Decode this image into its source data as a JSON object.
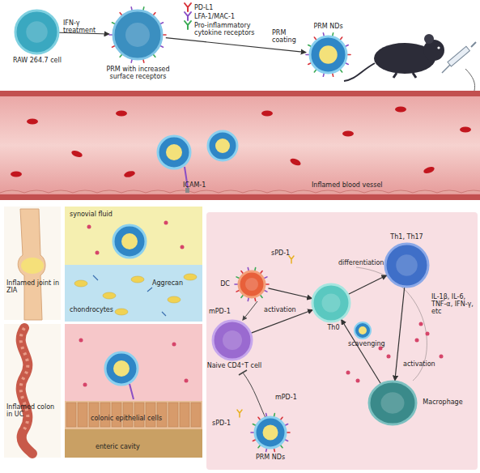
{
  "diagram": {
    "nodes": [
      {
        "text": [
          "RAW 264.7 cell"
        ]
      },
      {
        "text": [
          "PRM with increased surface receptors"
        ]
      },
      {
        "text": [
          "PRM NDs"
        ]
      },
      {
        "text": [
          "DC"
        ]
      },
      {
        "text": [
          "Th1, Th17"
        ]
      },
      {
        "text": [
          "Naive CD4⁺T cell"
        ]
      },
      {
        "text": [
          "Th0"
        ]
      },
      {
        "text": [
          "Macrophage"
        ]
      },
      {
        "text": [
          "PRM NDs"
        ]
      }
    ],
    "edges": [
      {
        "from": 0,
        "to": 1,
        "label": "IFN-γ treatment",
        "arrow": "to"
      },
      {
        "from": 1,
        "to": 2,
        "label": "PRM coating",
        "arrow": "to"
      },
      {
        "from": 6,
        "to": 4,
        "label": "differentiation",
        "arrow": "to"
      },
      {
        "from": 3,
        "to": 6,
        "label": "activation",
        "arrow": "to"
      },
      {
        "from": 4,
        "to": 7,
        "label": "activation",
        "arrow": "to"
      },
      {
        "from": 5,
        "to": 6,
        "arrow": "to"
      },
      {
        "from": 7,
        "to": 6,
        "arrow": "to"
      }
    ],
    "labels": [
      "ICAM-1",
      "Inflamed blood vessel",
      "synovial fluid",
      "Aggrecan",
      "chondrocytes",
      "Inflamed joint in ZIA",
      "Inflamed colon in UC",
      "colonic epithelial cells",
      "enteric cavity",
      "sPD-1",
      "mPD-1",
      "scavenging",
      "IL-1β, IL-6, TNF-α, IFN-γ, etc",
      "mPD-1",
      "sPD-1"
    ],
    "legend": [
      {
        "text": "PD-L1"
      },
      {
        "text": "LFA-1/MAC-1"
      },
      {
        "text": "Pro-inflammatory cytokine receptors"
      }
    ]
  }
}
